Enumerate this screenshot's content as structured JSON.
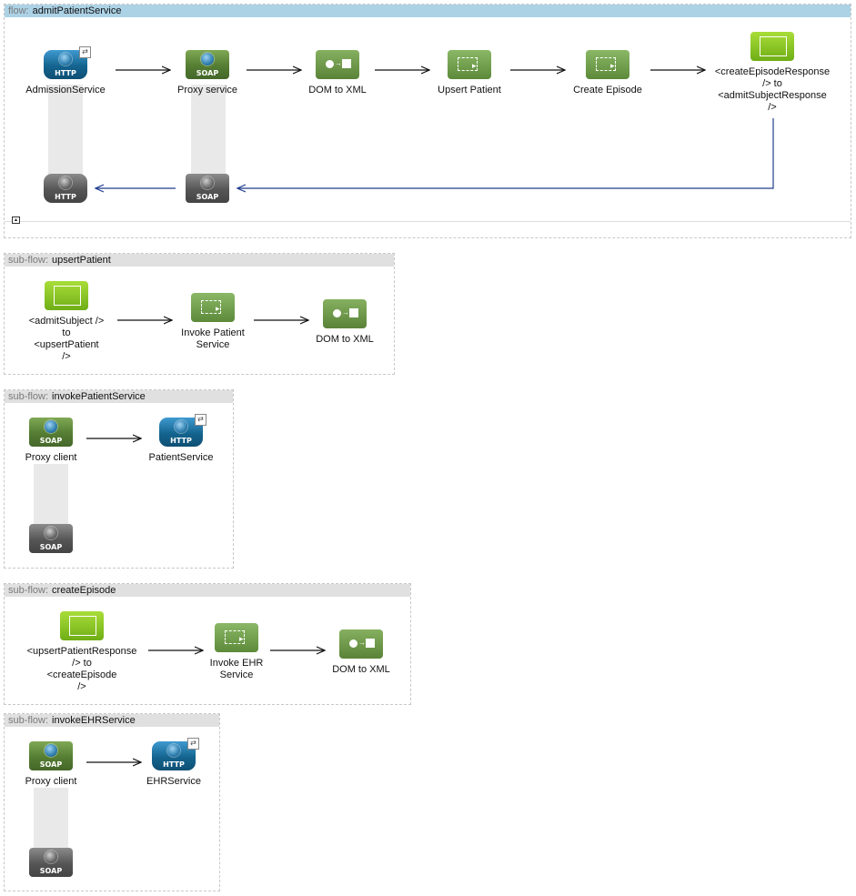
{
  "main_flow": {
    "kind": "flow:",
    "name": "admitPatientService",
    "nodes": {
      "admission": "AdmissionService",
      "proxy": "Proxy service",
      "dom": "DOM to XML",
      "upsert": "Upsert Patient",
      "create": "Create Episode",
      "transform": [
        "<createEpisodeResponse",
        "/> to",
        "<admitSubjectResponse",
        "/>"
      ]
    },
    "icons": [
      "http-icon",
      "soap-icon",
      "dom-to-xml-icon",
      "flow-ref-icon",
      "flow-ref-icon",
      "transformer-icon"
    ]
  },
  "upsert_flow": {
    "kind": "sub-flow:",
    "name": "upsertPatient",
    "nodes": {
      "transform": [
        "<admitSubject />",
        "to",
        "<upsertPatient",
        "/>"
      ],
      "invoke": [
        "Invoke Patient",
        "Service"
      ],
      "dom": "DOM to XML"
    }
  },
  "invoke_patient_flow": {
    "kind": "sub-flow:",
    "name": "invokePatientService",
    "nodes": {
      "client": "Proxy client",
      "service": "PatientService"
    }
  },
  "create_flow": {
    "kind": "sub-flow:",
    "name": "createEpisode",
    "nodes": {
      "transform": [
        "<upsertPatientResponse",
        "/> to",
        "<createEpisode",
        "/>"
      ],
      "invoke": [
        "Invoke EHR",
        "Service"
      ],
      "dom": "DOM to XML"
    }
  },
  "invoke_ehr_flow": {
    "kind": "sub-flow:",
    "name": "invokeEHRService",
    "nodes": {
      "client": "Proxy client",
      "service": "EHRService"
    }
  },
  "icon_text": {
    "http": "HTTP",
    "soap": "SOAP",
    "badge": "⇄"
  },
  "colors": {
    "main_header": "#acd2e6",
    "sub_header": "#e0e0e0",
    "return_arrow": "#1f3c8c"
  }
}
